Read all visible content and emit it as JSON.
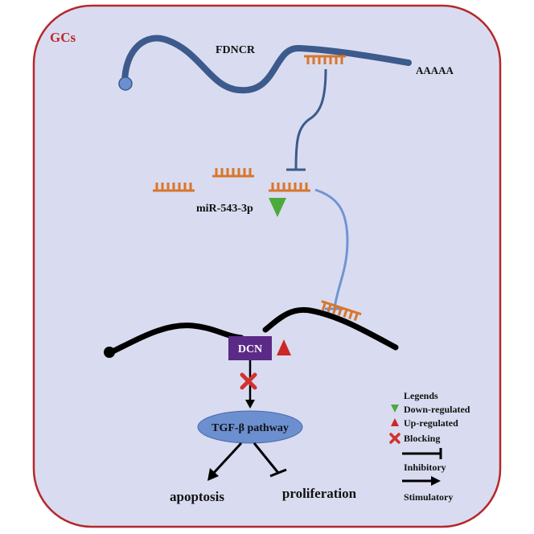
{
  "cell_label": "GCs",
  "lncrna": {
    "name": "FDNCR",
    "polya": "AAAAA"
  },
  "mirna": {
    "name": "miR-543-3p"
  },
  "gene": {
    "name": "DCN"
  },
  "pathway": {
    "name": "TGF-β pathway"
  },
  "outcomes": {
    "apoptosis": "apoptosis",
    "proliferation": "proliferation"
  },
  "legend": {
    "title": "Legends",
    "down": "Down-regulated",
    "up": "Up-regulated",
    "blocking": "Blocking",
    "inhibitory": "Inhibitory",
    "stimulatory": "Stimulatory"
  },
  "colors": {
    "background": "#d9dcf0",
    "border": "#b5282c",
    "cell_label": "#c0282c",
    "lncrna": "#3d5a8c",
    "mirna": "#d9762b",
    "connector_dark": "#3d5a8c",
    "connector_light": "#6f95d2",
    "gene_box": "#5b2a86",
    "pathway": "#6c8fd0",
    "down": "#4caa3c",
    "up": "#cc2727",
    "block": "#d2322e"
  }
}
